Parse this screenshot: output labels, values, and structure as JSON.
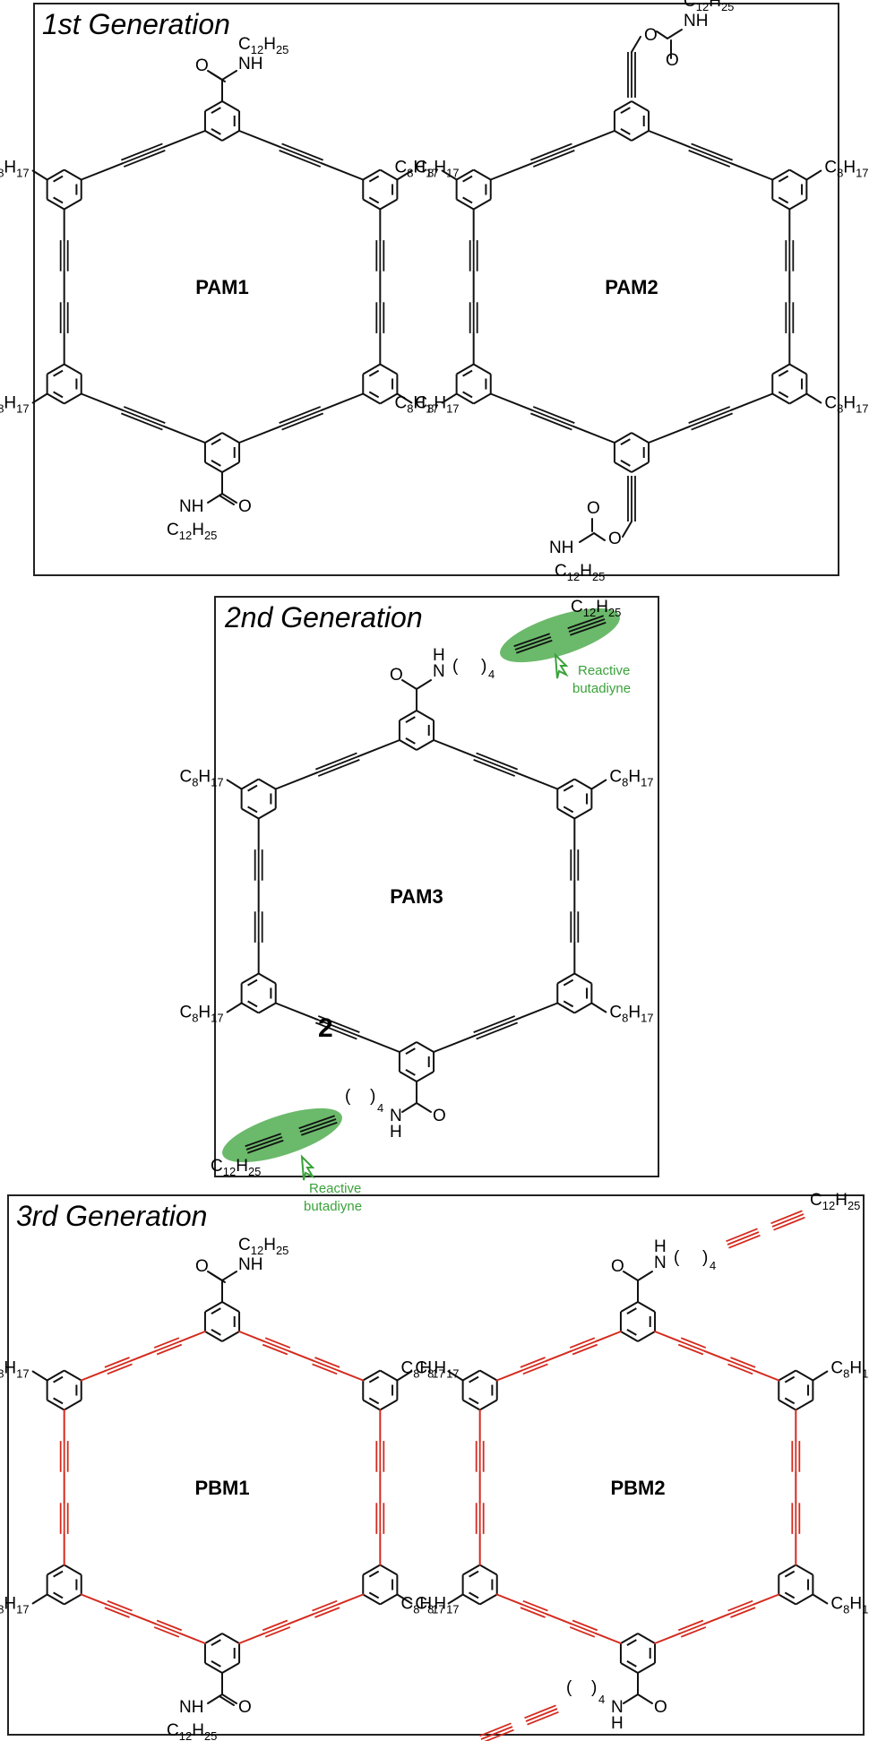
{
  "panels": {
    "gen1": {
      "title": "1st Generation",
      "molecules": [
        {
          "name": "PAM1",
          "substituent": "C12H25",
          "side_chain": "C8H17"
        },
        {
          "name": "PAM2",
          "substituent": "C12H25",
          "side_chain": "C8H17"
        }
      ]
    },
    "gen2": {
      "title": "2nd Generation",
      "molecules": [
        {
          "name": "PAM3",
          "substituent": "C12H25",
          "side_chain": "C8H17",
          "spacer_index": "4"
        }
      ],
      "compound_number": "2",
      "annotation_line1": "Reactive",
      "annotation_line2": "butadiyne",
      "highlight_color": "#3aa23a"
    },
    "gen3": {
      "title": "3rd Generation",
      "molecules": [
        {
          "name": "PBM1",
          "substituent": "C12H25",
          "side_chain": "C8H17"
        },
        {
          "name": "PBM2",
          "substituent": "C12H25",
          "side_chain": "C8H17",
          "spacer_index": "4"
        }
      ],
      "polymer_color": "#d42a1e"
    }
  },
  "atoms": {
    "nh": "NH",
    "n": "N",
    "h": "H",
    "o": "O"
  }
}
